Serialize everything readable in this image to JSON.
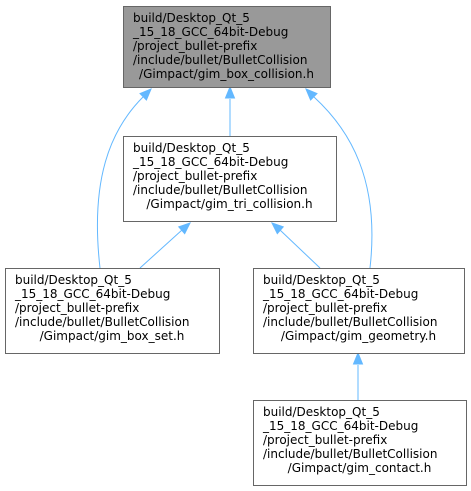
{
  "diagram": {
    "type": "include-dependency-graph",
    "colors": {
      "root_fill": "#999999",
      "node_fill": "#ffffff",
      "node_border": "#666666",
      "edge": "#63b8ff"
    },
    "nodes": [
      {
        "id": "gim_box_collision",
        "highlighted": true,
        "lines": [
          "build/Desktop_Qt_5",
          "_15_18_GCC_64bit-Debug",
          "/project_bullet-prefix",
          "/include/bullet/BulletCollision",
          "/Gimpact/gim_box_collision.h"
        ]
      },
      {
        "id": "gim_tri_collision",
        "highlighted": false,
        "lines": [
          "build/Desktop_Qt_5",
          "_15_18_GCC_64bit-Debug",
          "/project_bullet-prefix",
          "/include/bullet/BulletCollision",
          "/Gimpact/gim_tri_collision.h"
        ]
      },
      {
        "id": "gim_box_set",
        "highlighted": false,
        "lines": [
          "build/Desktop_Qt_5",
          "_15_18_GCC_64bit-Debug",
          "/project_bullet-prefix",
          "/include/bullet/BulletCollision",
          "/Gimpact/gim_box_set.h"
        ]
      },
      {
        "id": "gim_geometry",
        "highlighted": false,
        "lines": [
          "build/Desktop_Qt_5",
          "_15_18_GCC_64bit-Debug",
          "/project_bullet-prefix",
          "/include/bullet/BulletCollision",
          "/Gimpact/gim_geometry.h"
        ]
      },
      {
        "id": "gim_contact",
        "highlighted": false,
        "lines": [
          "build/Desktop_Qt_5",
          "_15_18_GCC_64bit-Debug",
          "/project_bullet-prefix",
          "/include/bullet/BulletCollision",
          "/Gimpact/gim_contact.h"
        ]
      }
    ],
    "edges": [
      {
        "from": "gim_tri_collision",
        "to": "gim_box_collision"
      },
      {
        "from": "gim_box_set",
        "to": "gim_box_collision"
      },
      {
        "from": "gim_geometry",
        "to": "gim_box_collision"
      },
      {
        "from": "gim_box_set",
        "to": "gim_tri_collision"
      },
      {
        "from": "gim_geometry",
        "to": "gim_tri_collision"
      },
      {
        "from": "gim_contact",
        "to": "gim_geometry"
      }
    ]
  }
}
